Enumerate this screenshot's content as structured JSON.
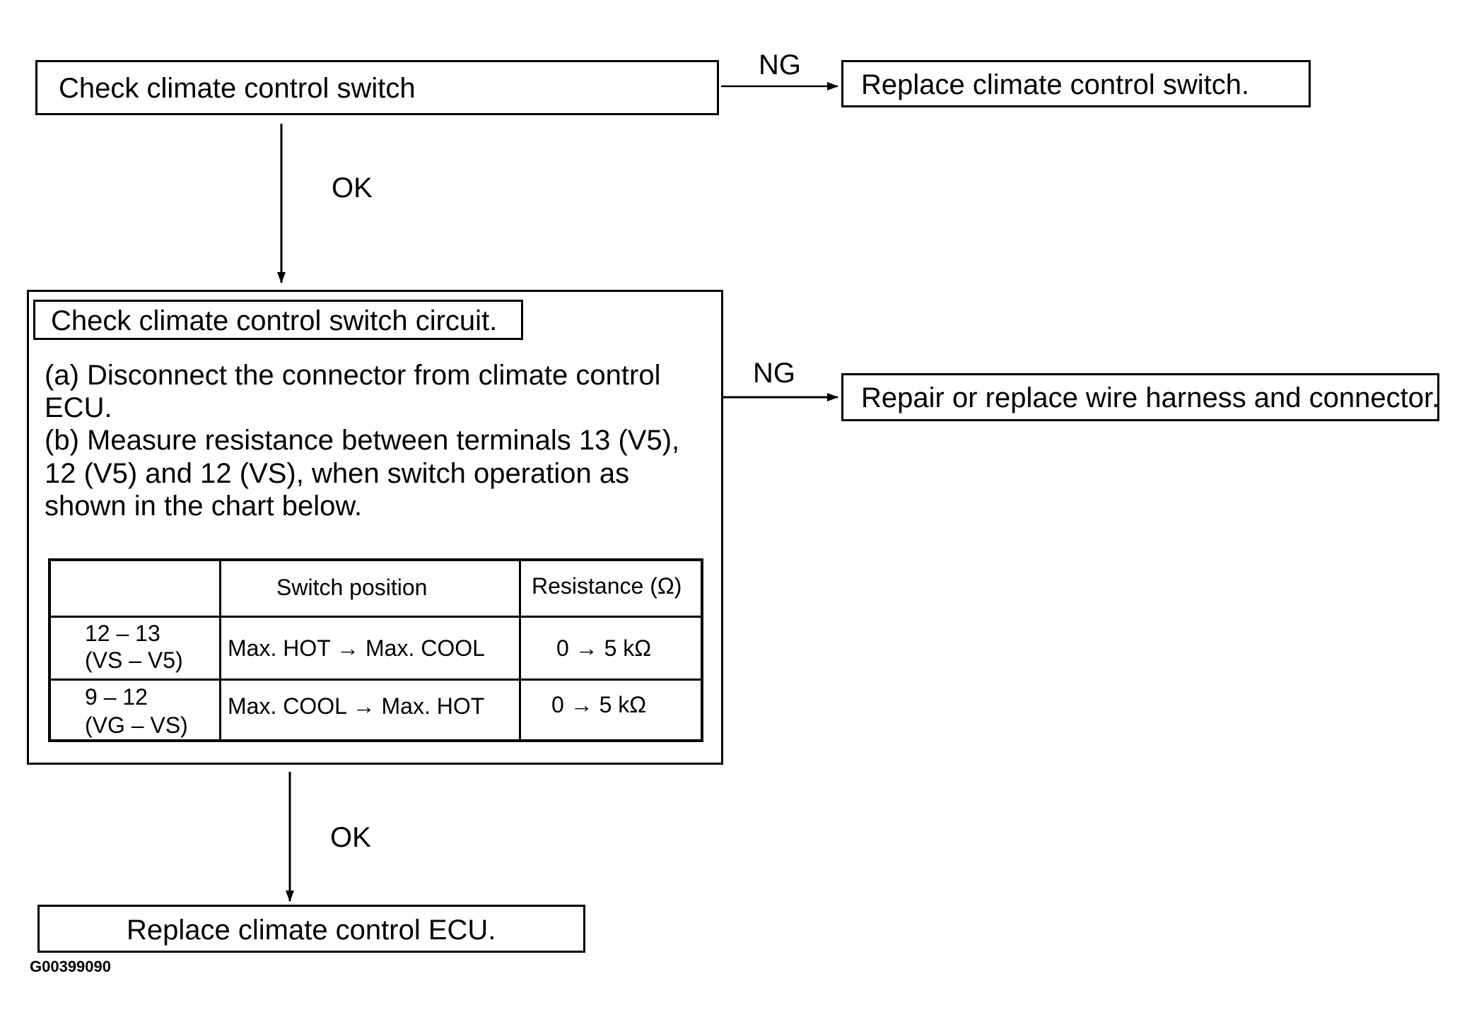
{
  "step1": {
    "title": "Check climate control switch",
    "ng_label": "NG",
    "ng_action": "Replace climate control switch.",
    "ok_label": "OK"
  },
  "step2": {
    "title": "Check climate control switch circuit.",
    "para_a_line1": "(a)   Disconnect the connector from climate control",
    "para_a_line2": "ECU.",
    "para_b_line1": "(b)  Measure resistance between terminals 13 (V5),",
    "para_b_line2": "12  (V5)  and  12  (VS),  when  switch  operation  as",
    "para_b_line3": "shown in the chart below.",
    "ng_label": "NG",
    "ng_action": "Repair or replace wire harness and connector.",
    "ok_label": "OK",
    "table": {
      "headers": [
        "",
        "Switch position",
        "Resistance (Ω)"
      ],
      "rows": [
        {
          "terminals_line1": "12 – 13",
          "terminals_line2": "(VS – V5)",
          "switch_position": "Max. HOT → Max. COOL",
          "resistance": "0 → 5 kΩ"
        },
        {
          "terminals_line1": "9 – 12",
          "terminals_line2": "(VG – VS)",
          "switch_position": "Max. COOL → Max. HOT",
          "resistance": "0 → 5 kΩ"
        }
      ]
    }
  },
  "step3": {
    "action": "Replace climate control ECU."
  },
  "figure_code": "G00399090"
}
